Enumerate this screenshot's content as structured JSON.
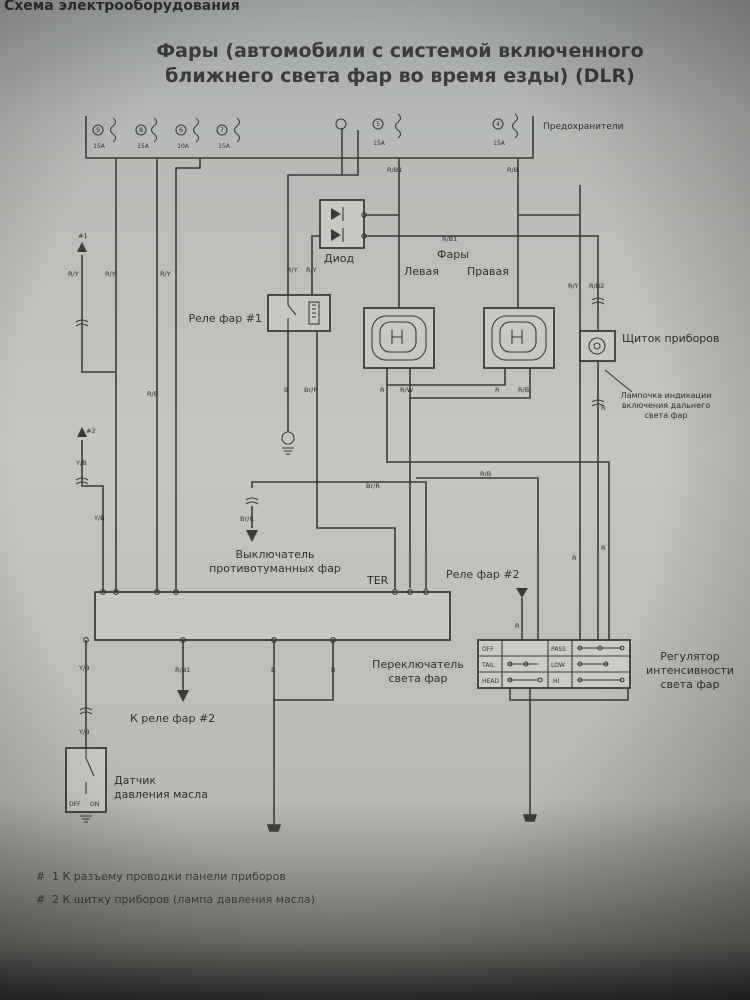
{
  "header": {
    "running_title": "Схема электрооборудования",
    "title_line1": "Фары (автомобили с системой включенного",
    "title_line2": "ближнего света фар во время езды) (DLR)"
  },
  "fuse_block": {
    "label": "Предохранители",
    "fuses": [
      {
        "num": "9",
        "rating": "15A"
      },
      {
        "num": "8",
        "rating": "15A"
      },
      {
        "num": "6",
        "rating": "10A"
      },
      {
        "num": "7",
        "rating": "15A"
      },
      {
        "num": "5",
        "rating": "15A"
      },
      {
        "num": "4",
        "rating": "15A"
      }
    ]
  },
  "components": {
    "relay1": "Реле фар #1",
    "diode": "Диод",
    "headlights": "Фары",
    "left": "Левая",
    "right": "Правая",
    "instrument_panel": "Щиток приборов",
    "indicator_line1": "Лампочка индикации",
    "indicator_line2": "включения дальнего",
    "indicator_line3": "света фар",
    "fog_switch_line1": "Выключатель",
    "fog_switch_line2": "противотуманных фар",
    "ter": "TER",
    "relay2": "Реле фар #2",
    "light_switch_line1": "Переключатель",
    "light_switch_line2": "света фар",
    "regulator_line1": "Регулятор",
    "regulator_line2": "интенсивности",
    "regulator_line3": "света фар",
    "to_relay2": "К реле фар #2",
    "oil_sensor_line1": "Датчик",
    "oil_sensor_line2": "давления масла",
    "marker1": "#1",
    "marker2": "#2"
  },
  "switch_table": {
    "rows": [
      "OFF",
      "TAIL",
      "HEAD"
    ],
    "modes": [
      "PASS",
      "LOW",
      "HI"
    ]
  },
  "oil_sensor_states": {
    "off": "OFF",
    "on": "ON"
  },
  "wire_codes": {
    "ry": "R/Y",
    "rb1": "R/B1",
    "rb": "R/B",
    "ry2": "R/Y",
    "ry3": "R/Y",
    "rb2": "R/B2",
    "rw": "R/W",
    "rb3": "R/B",
    "ry4": "R/Y",
    "ry5": "R/Y",
    "rb4": "R/B1",
    "r": "R",
    "brr": "Br/R",
    "b": "B",
    "ryb": "R/Y",
    "r2": "R",
    "rb5": "R/B",
    "yb": "Y/B",
    "yb2": "Y/B",
    "brr2": "Br/R",
    "brr3": "Br/R",
    "rb6": "R/B",
    "rb7": "R/B1",
    "b2": "B",
    "b3": "B",
    "yb3": "Y/B",
    "yb4": "Y/B",
    "r3": "R",
    "r4": "R",
    "r5": "R",
    "r6": "R"
  },
  "footnotes": [
    {
      "mark": "#",
      "text": "1 К разъему проводки панели приборов"
    },
    {
      "mark": "#",
      "text": "2 К щитку приборов (лампа давления масла)"
    }
  ]
}
